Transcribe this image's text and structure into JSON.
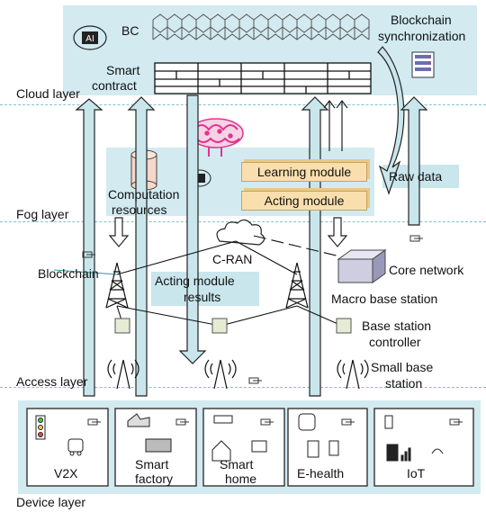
{
  "layers": {
    "cloud": "Cloud layer",
    "fog": "Fog layer",
    "access": "Access layer",
    "device": "Device layer"
  },
  "cloud": {
    "bc": "BC",
    "sync_line1": "Blockchain",
    "sync_line2": "synchronization",
    "contract_line1": "Smart",
    "contract_line2": "contract"
  },
  "fog": {
    "learning": "Learning module",
    "acting": "Acting module",
    "compute_line1": "Computation",
    "compute_line2": "resources",
    "raw_data": "Raw data"
  },
  "access": {
    "blockchain": "Blockchain",
    "cran": "C-RAN",
    "core": "Core network",
    "acting_results_line1": "Acting module",
    "acting_results_line2": "results",
    "macro": "Macro base station",
    "bsc_line1": "Base station",
    "bsc_line2": "controller",
    "small_line1": "Small base",
    "small_line2": "station"
  },
  "devices": [
    {
      "line1": "V2X",
      "line2": ""
    },
    {
      "line1": "Smart",
      "line2": "factory"
    },
    {
      "line1": "Smart",
      "line2": "home"
    },
    {
      "line1": "E-health",
      "line2": ""
    },
    {
      "line1": "IoT",
      "line2": ""
    }
  ],
  "colors": {
    "panel": "#d2eaf0",
    "arrow": "#c9e6ec",
    "dash": "#7fc3cf",
    "module": "#f9dfae",
    "brain": "#e0338f",
    "raw_data_box": "#c9e6ec"
  }
}
